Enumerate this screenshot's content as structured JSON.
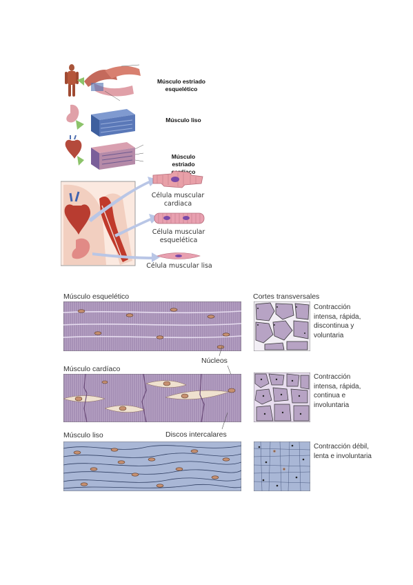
{
  "top_figure": {
    "label_skeletal": "Músculo estriado esquelético",
    "label_smooth": "Músculo liso",
    "label_cardiac": "Músculo estriado cardíaco",
    "cell_cardiac": "Célula muscular cardiaca",
    "cell_skeletal": "Célula muscular esquelética",
    "cell_smooth": "Célula muscular lisa"
  },
  "bottom_figure": {
    "title_skeletal": "Músculo esquelético",
    "title_cardiac": "Músculo cardíaco",
    "title_smooth": "Músculo liso",
    "title_sections": "Cortes transversales",
    "label_nuclei": "Núcleos",
    "label_discs": "Discos intercalares",
    "desc_skeletal": "Contracción intensa, rápida, discontinua y voluntaria",
    "desc_cardiac": "Contracción intensa, rápida, continua e involuntaria",
    "desc_smooth": "Contracción débil, lenta e involuntaria"
  },
  "colors": {
    "striated": "#b7a3c4",
    "smooth": "#a9b7d6",
    "nucleus": "#c79070",
    "arrow": "#b9c6e6"
  }
}
